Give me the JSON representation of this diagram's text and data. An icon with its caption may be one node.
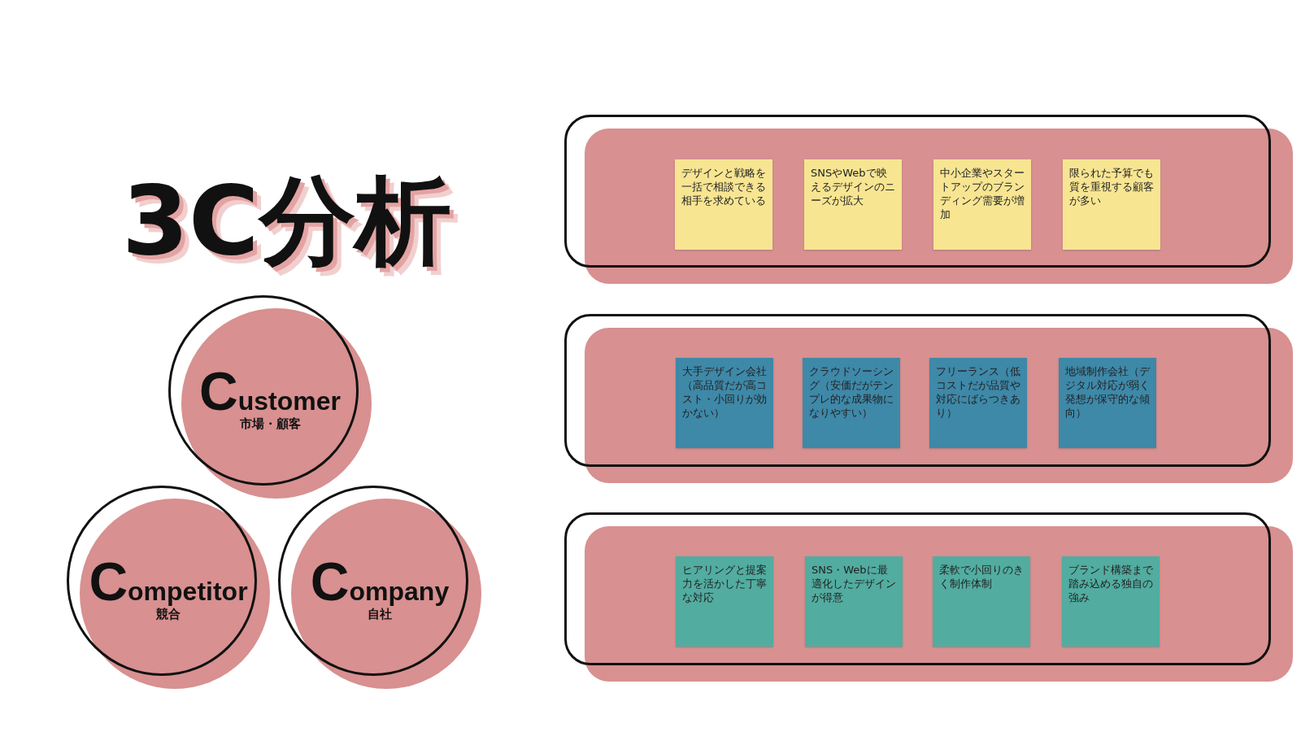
{
  "diagram": {
    "title": "3C分析",
    "nodes": [
      {
        "text": [
          "Customer",
          "市場・顧客"
        ]
      },
      {
        "text": [
          "Competitor",
          "競合"
        ]
      },
      {
        "text": [
          "Company",
          "自社"
        ]
      },
      {
        "text": [],
        "shape": "box"
      },
      {
        "text": [
          "デザインと戦略を一括で相談できる相手を求めている"
        ],
        "in": 3
      },
      {
        "text": [
          "SNSやWebで映えるデザインのニーズが拡大"
        ],
        "in": 3
      },
      {
        "text": [
          "中小企業やスタートアップのブランディング需要が増加"
        ],
        "in": 3
      },
      {
        "text": [
          "限られた予算でも質を重視する顧客が多い"
        ],
        "in": 3
      },
      {
        "text": [],
        "shape": "box"
      },
      {
        "text": [
          "大手デザイン会社（高品質だが高コスト・小回りが効かない）"
        ],
        "in": 8
      },
      {
        "text": [
          "クラウドソーシング（安価だがテンプレ的な成果物になりやすい）"
        ],
        "in": 8
      },
      {
        "text": [
          "フリーランス（低コストだが品質や対応にばらつきあり）"
        ],
        "in": 8
      },
      {
        "text": [
          "地域制作会社（デジタル対応が弱く発想が保守的な傾向）"
        ],
        "in": 8
      },
      {
        "text": [],
        "shape": "box"
      },
      {
        "text": [
          "ヒアリングと提案力を活かした丁寧な対応"
        ],
        "in": 13
      },
      {
        "text": [
          "SNS・Webに最適化したデザインが得意"
        ],
        "in": 13
      },
      {
        "text": [
          "柔軟で小回りのきく制作体制"
        ],
        "in": 13
      },
      {
        "text": [
          "ブランド構築まで踏み込める独自の強み"
        ],
        "in": 13
      }
    ]
  }
}
